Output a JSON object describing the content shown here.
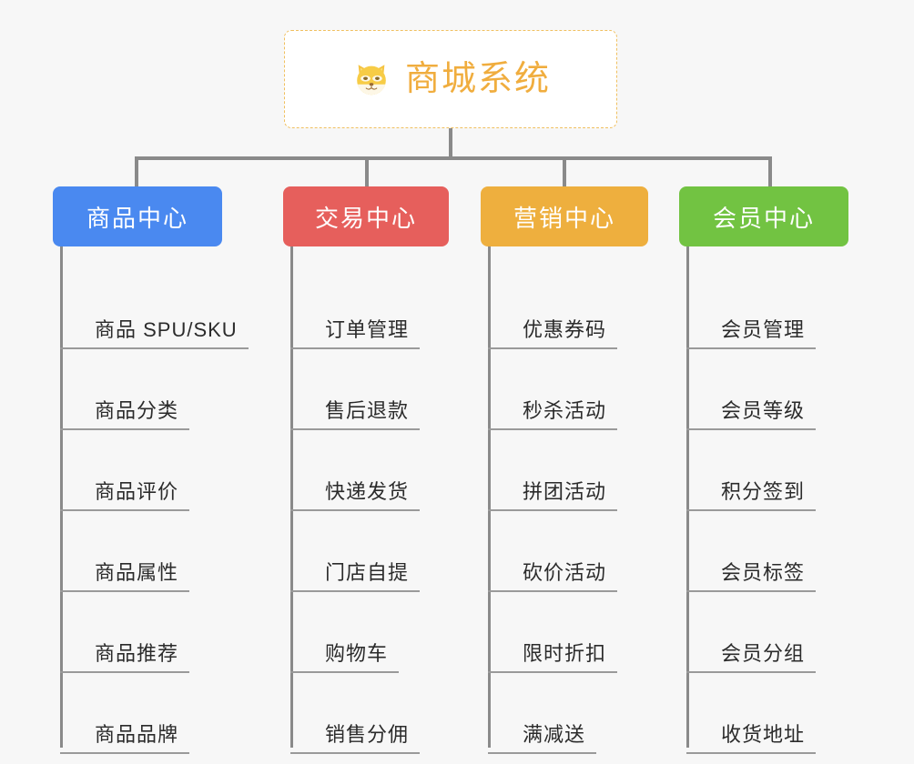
{
  "root": {
    "title": "商城系统",
    "icon": "shiba-dog-face-icon",
    "title_color": "#f0ad3e",
    "border_color": "#f0c060",
    "background": "#ffffff"
  },
  "canvas": {
    "background": "#f7f7f7",
    "connector_color": "#8a8a8a"
  },
  "branches": [
    {
      "label": "商品中心",
      "color": "#4a89f0",
      "items": [
        "商品 SPU/SKU",
        "商品分类",
        "商品评价",
        "商品属性",
        "商品推荐",
        "商品品牌"
      ]
    },
    {
      "label": "交易中心",
      "color": "#e65f5c",
      "items": [
        "订单管理",
        "售后退款",
        "快递发货",
        "门店自提",
        "购物车",
        "销售分佣"
      ]
    },
    {
      "label": "营销中心",
      "color": "#eeaf3e",
      "items": [
        "优惠券码",
        "秒杀活动",
        "拼团活动",
        "砍价活动",
        "限时折扣",
        "满减送"
      ]
    },
    {
      "label": "会员中心",
      "color": "#72c342",
      "items": [
        "会员管理",
        "会员等级",
        "积分签到",
        "会员标签",
        "会员分组",
        "收货地址"
      ]
    }
  ]
}
